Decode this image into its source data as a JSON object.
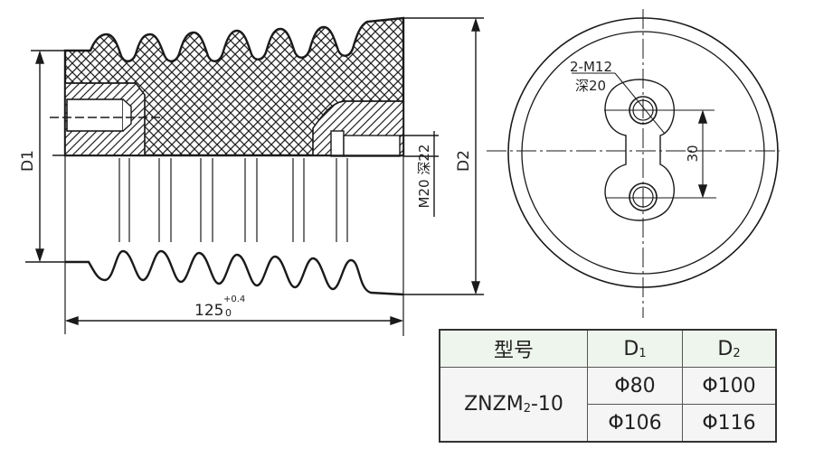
{
  "drawing": {
    "side_view": {
      "dim_d1": "D1",
      "dim_d2": "D2",
      "length_value": "125",
      "length_tol_upper": "+0.4",
      "length_tol_lower": "0",
      "thread_label": "M20 深22"
    },
    "end_view": {
      "hole_label_line1": "2-M12",
      "hole_label_line2": "深20",
      "spacing": "30"
    }
  },
  "spec_table": {
    "headers": [
      "型号",
      "D",
      "D"
    ],
    "header_subs": [
      "",
      "1",
      "2"
    ],
    "model_base": "ZNZM",
    "model_sub": "2",
    "model_suffix": "-10",
    "rows": [
      {
        "d1": "Φ80",
        "d2": "Φ100"
      },
      {
        "d1": "Φ106",
        "d2": "Φ116"
      }
    ]
  }
}
